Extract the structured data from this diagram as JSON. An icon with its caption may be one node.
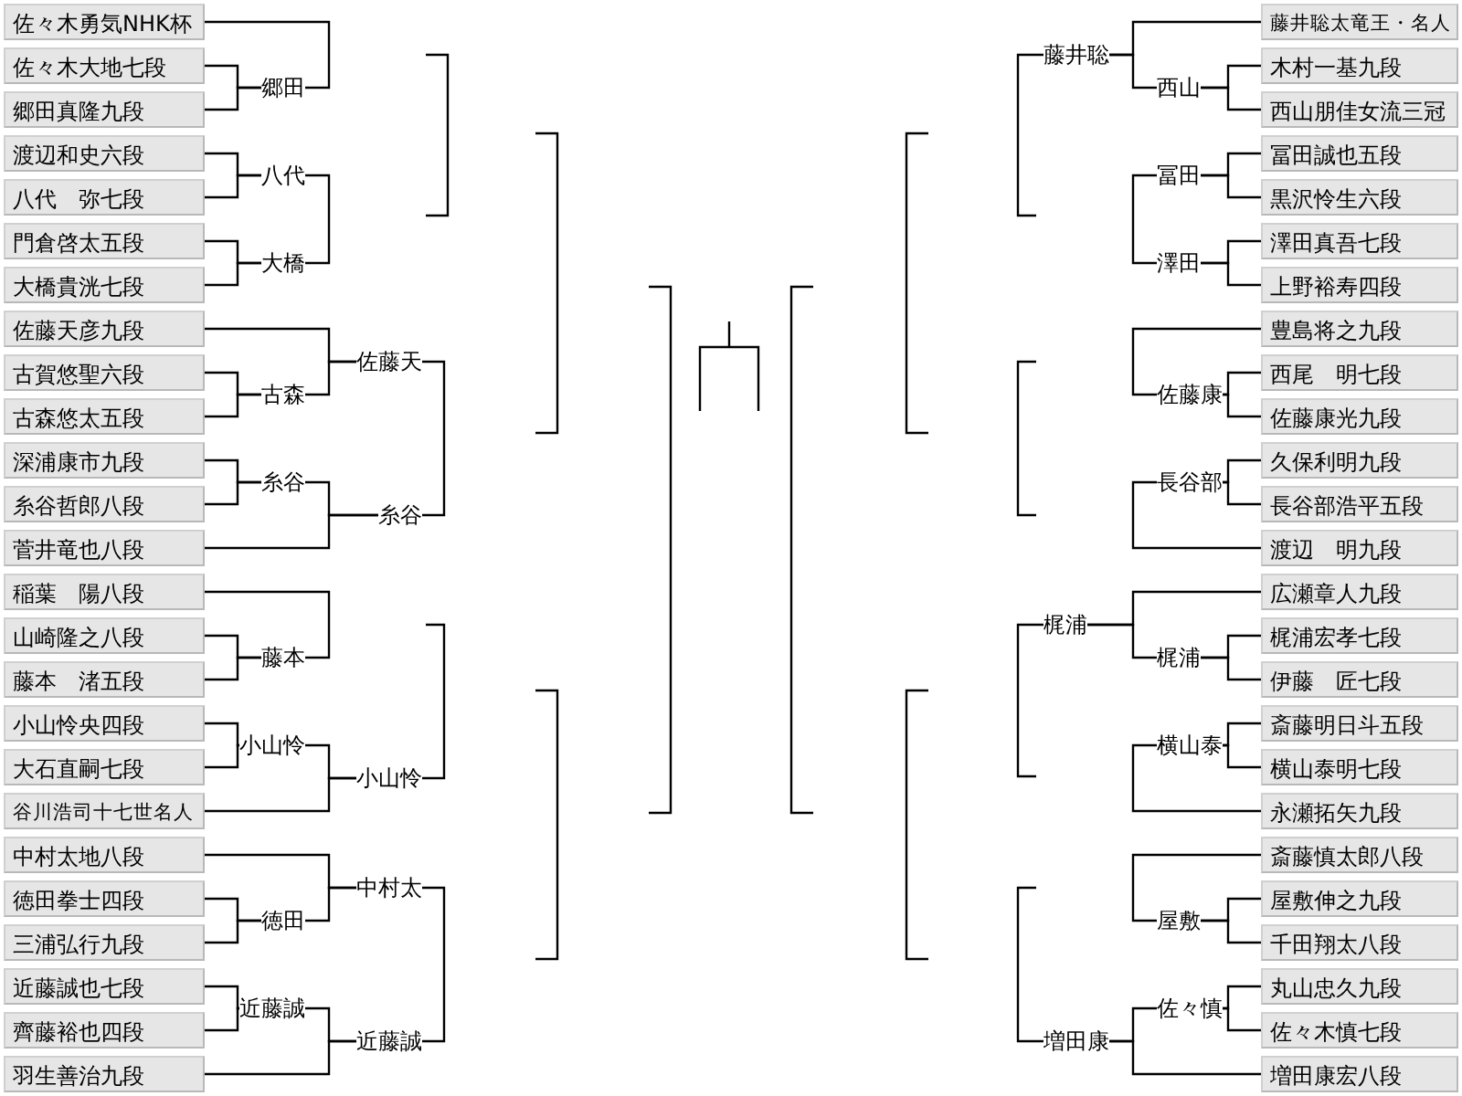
{
  "diagram": {
    "nodes": [
      {
        "text": [
          "佐々木勇気NHK杯"
        ]
      },
      {
        "text": [
          "佐々木大地七段"
        ]
      },
      {
        "text": [
          "郷田真隆九段"
        ]
      },
      {
        "text": [
          "渡辺和史六段"
        ]
      },
      {
        "text": [
          "八代　弥七段"
        ]
      },
      {
        "text": [
          "門倉啓太五段"
        ]
      },
      {
        "text": [
          "大橋貴洸七段"
        ]
      },
      {
        "text": [
          "佐藤天彦九段"
        ]
      },
      {
        "text": [
          "古賀悠聖六段"
        ]
      },
      {
        "text": [
          "古森悠太五段"
        ]
      },
      {
        "text": [
          "深浦康市九段"
        ]
      },
      {
        "text": [
          "糸谷哲郎八段"
        ]
      },
      {
        "text": [
          "菅井竜也八段"
        ]
      },
      {
        "text": [
          "稲葉　陽八段"
        ]
      },
      {
        "text": [
          "山崎隆之八段"
        ]
      },
      {
        "text": [
          "藤本　渚五段"
        ]
      },
      {
        "text": [
          "小山怜央四段"
        ]
      },
      {
        "text": [
          "大石直嗣七段"
        ]
      },
      {
        "text": [
          "谷川浩司十七世名人"
        ]
      },
      {
        "text": [
          "中村太地八段"
        ]
      },
      {
        "text": [
          "徳田拳士四段"
        ]
      },
      {
        "text": [
          "三浦弘行九段"
        ]
      },
      {
        "text": [
          "近藤誠也七段"
        ]
      },
      {
        "text": [
          "齊藤裕也四段"
        ]
      },
      {
        "text": [
          "羽生善治九段"
        ]
      },
      {
        "text": [
          "郷田"
        ]
      },
      {
        "text": [
          "八代"
        ]
      },
      {
        "text": [
          "大橋"
        ]
      },
      {
        "text": [
          "古森"
        ]
      },
      {
        "text": [
          "糸谷"
        ]
      },
      {
        "text": [
          "藤本"
        ]
      },
      {
        "text": [
          "小山怜"
        ]
      },
      {
        "text": [
          "徳田"
        ]
      },
      {
        "text": [
          "近藤誠"
        ]
      },
      {
        "text": [
          "佐藤天"
        ]
      },
      {
        "text": [
          "糸谷"
        ]
      },
      {
        "text": [
          "小山怜"
        ]
      },
      {
        "text": [
          "中村太"
        ]
      },
      {
        "text": [
          "近藤誠"
        ]
      },
      {
        "text": [
          "藤井聡"
        ]
      },
      {
        "text": [
          "梶浦"
        ]
      },
      {
        "text": [
          "増田康"
        ]
      },
      {
        "text": [
          "西山"
        ]
      },
      {
        "text": [
          "冨田"
        ]
      },
      {
        "text": [
          "澤田"
        ]
      },
      {
        "text": [
          "佐藤康"
        ]
      },
      {
        "text": [
          "長谷部"
        ]
      },
      {
        "text": [
          "梶浦"
        ]
      },
      {
        "text": [
          "横山泰"
        ]
      },
      {
        "text": [
          "屋敷"
        ]
      },
      {
        "text": [
          "佐々慎"
        ]
      },
      {
        "text": [
          "藤井聡太竜王・名人"
        ]
      },
      {
        "text": [
          "木村一基九段"
        ]
      },
      {
        "text": [
          "西山朋佳女流三冠"
        ]
      },
      {
        "text": [
          "冨田誠也五段"
        ]
      },
      {
        "text": [
          "黒沢怜生六段"
        ]
      },
      {
        "text": [
          "澤田真吾七段"
        ]
      },
      {
        "text": [
          "上野裕寿四段"
        ]
      },
      {
        "text": [
          "豊島将之九段"
        ]
      },
      {
        "text": [
          "西尾　明七段"
        ]
      },
      {
        "text": [
          "佐藤康光九段"
        ]
      },
      {
        "text": [
          "久保利明九段"
        ]
      },
      {
        "text": [
          "長谷部浩平五段"
        ]
      },
      {
        "text": [
          "渡辺　明九段"
        ]
      },
      {
        "text": [
          "広瀬章人九段"
        ]
      },
      {
        "text": [
          "梶浦宏孝七段"
        ]
      },
      {
        "text": [
          "伊藤　匠七段"
        ]
      },
      {
        "text": [
          "斎藤明日斗五段"
        ]
      },
      {
        "text": [
          "横山泰明七段"
        ]
      },
      {
        "text": [
          "永瀬拓矢九段"
        ]
      },
      {
        "text": [
          "斎藤慎太郎八段"
        ]
      },
      {
        "text": [
          "屋敷伸之九段"
        ]
      },
      {
        "text": [
          "千田翔太八段"
        ]
      },
      {
        "text": [
          "丸山忠久九段"
        ]
      },
      {
        "text": [
          "佐々木慎七段"
        ]
      },
      {
        "text": [
          "増田康宏八段"
        ]
      }
    ],
    "edges": [
      {
        "from": 1,
        "to": 25,
        "arrow": "none"
      },
      {
        "from": 2,
        "to": 25,
        "arrow": "none"
      },
      {
        "from": 3,
        "to": 26,
        "arrow": "none"
      },
      {
        "from": 4,
        "to": 26,
        "arrow": "none"
      },
      {
        "from": 5,
        "to": 27,
        "arrow": "none"
      },
      {
        "from": 6,
        "to": 27,
        "arrow": "none"
      },
      {
        "from": 8,
        "to": 28,
        "arrow": "none"
      },
      {
        "from": 9,
        "to": 28,
        "arrow": "none"
      },
      {
        "from": 10,
        "to": 29,
        "arrow": "none"
      },
      {
        "from": 11,
        "to": 29,
        "arrow": "none"
      },
      {
        "from": 14,
        "to": 30,
        "arrow": "none"
      },
      {
        "from": 15,
        "to": 30,
        "arrow": "none"
      },
      {
        "from": 16,
        "to": 31,
        "arrow": "none"
      },
      {
        "from": 17,
        "to": 31,
        "arrow": "none"
      },
      {
        "from": 20,
        "to": 32,
        "arrow": "none"
      },
      {
        "from": 21,
        "to": 32,
        "arrow": "none"
      },
      {
        "from": 22,
        "to": 33,
        "arrow": "none"
      },
      {
        "from": 23,
        "to": 33,
        "arrow": "none"
      },
      {
        "from": 0,
        "to": 25,
        "arrow": "none"
      },
      {
        "from": 26,
        "to": 27,
        "arrow": "none"
      },
      {
        "from": 7,
        "to": 34,
        "arrow": "none"
      },
      {
        "from": 28,
        "to": 34,
        "arrow": "none"
      },
      {
        "from": 29,
        "to": 35,
        "arrow": "none"
      },
      {
        "from": 12,
        "to": 35,
        "arrow": "none"
      },
      {
        "from": 13,
        "to": 30,
        "arrow": "none"
      },
      {
        "from": 31,
        "to": 36,
        "arrow": "none"
      },
      {
        "from": 18,
        "to": 36,
        "arrow": "none"
      },
      {
        "from": 19,
        "to": 37,
        "arrow": "none"
      },
      {
        "from": 32,
        "to": 37,
        "arrow": "none"
      },
      {
        "from": 33,
        "to": 38,
        "arrow": "none"
      },
      {
        "from": 24,
        "to": 38,
        "arrow": "none"
      },
      {
        "from": 34,
        "to": 35,
        "arrow": "none"
      },
      {
        "from": 36,
        "to": null,
        "arrow": "none"
      },
      {
        "from": 37,
        "to": 38,
        "arrow": "none"
      },
      {
        "from": 52,
        "to": 42,
        "arrow": "none"
      },
      {
        "from": 53,
        "to": 42,
        "arrow": "none"
      },
      {
        "from": 54,
        "to": 43,
        "arrow": "none"
      },
      {
        "from": 55,
        "to": 43,
        "arrow": "none"
      },
      {
        "from": 56,
        "to": 44,
        "arrow": "none"
      },
      {
        "from": 57,
        "to": 44,
        "arrow": "none"
      },
      {
        "from": 59,
        "to": 45,
        "arrow": "none"
      },
      {
        "from": 60,
        "to": 45,
        "arrow": "none"
      },
      {
        "from": 61,
        "to": 46,
        "arrow": "none"
      },
      {
        "from": 62,
        "to": 46,
        "arrow": "none"
      },
      {
        "from": 65,
        "to": 47,
        "arrow": "none"
      },
      {
        "from": 66,
        "to": 47,
        "arrow": "none"
      },
      {
        "from": 67,
        "to": 48,
        "arrow": "none"
      },
      {
        "from": 68,
        "to": 48,
        "arrow": "none"
      },
      {
        "from": 71,
        "to": 49,
        "arrow": "none"
      },
      {
        "from": 72,
        "to": 49,
        "arrow": "none"
      },
      {
        "from": 73,
        "to": 50,
        "arrow": "none"
      },
      {
        "from": 74,
        "to": 50,
        "arrow": "none"
      },
      {
        "from": 51,
        "to": 39,
        "arrow": "none"
      },
      {
        "from": 42,
        "to": 39,
        "arrow": "none"
      },
      {
        "from": 43,
        "to": 44,
        "arrow": "none"
      },
      {
        "from": 58,
        "to": 45,
        "arrow": "none"
      },
      {
        "from": 46,
        "to": 63,
        "arrow": "none"
      },
      {
        "from": 64,
        "to": 40,
        "arrow": "none"
      },
      {
        "from": 47,
        "to": 40,
        "arrow": "none"
      },
      {
        "from": 48,
        "to": 69,
        "arrow": "none"
      },
      {
        "from": 70,
        "to": 49,
        "arrow": "none"
      },
      {
        "from": 50,
        "to": 41,
        "arrow": "none"
      },
      {
        "from": 75,
        "to": 41,
        "arrow": "none"
      },
      {
        "from": 39,
        "to": null,
        "arrow": "none"
      },
      {
        "from": 40,
        "to": null,
        "arrow": "none"
      },
      {
        "from": 41,
        "to": null,
        "arrow": "none"
      }
    ]
  }
}
